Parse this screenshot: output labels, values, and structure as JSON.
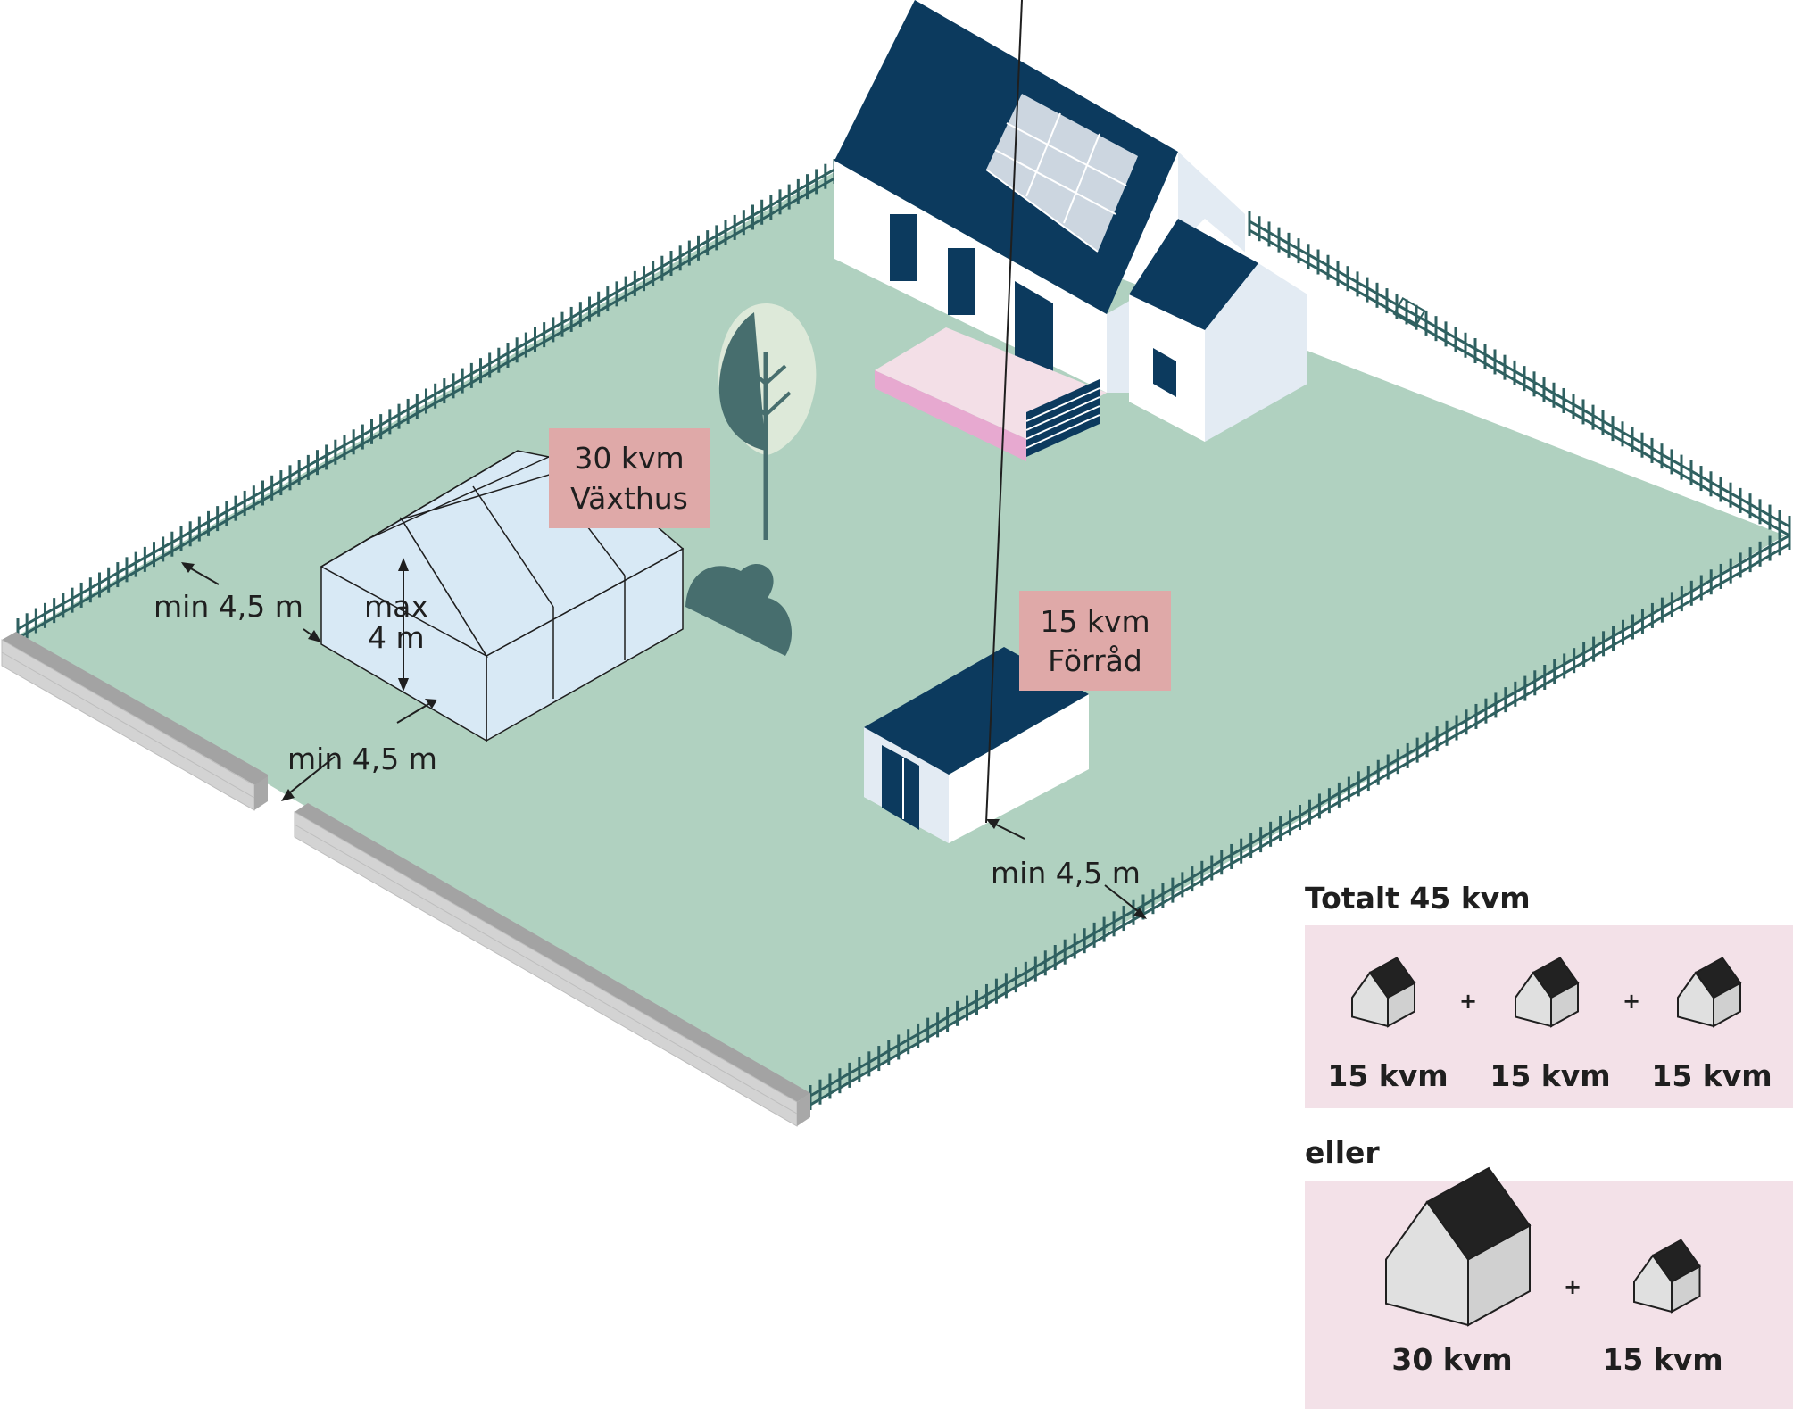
{
  "labels": {
    "greenhouse_area": "30 kvm",
    "greenhouse_name": "Växthus",
    "shed_area": "15 kvm",
    "shed_name": "Förråd",
    "dist_greenhouse_left": "min 4,5 m",
    "dist_greenhouse_front": "min 4,5 m",
    "dist_shed": "min 4,5 m",
    "height_max": "max",
    "height_value": "4 m"
  },
  "legend": {
    "total_title": "Totalt 45 kvm",
    "option1": [
      "15 kvm",
      "15 kvm",
      "15 kvm"
    ],
    "plus": "+",
    "or_label": "eller",
    "option2": [
      "30 kvm",
      "15 kvm"
    ]
  },
  "colors": {
    "lawn": "#b0d1c0",
    "fence": "#2f6060",
    "roof": "#0c3a5e",
    "wall_light": "#ffffff",
    "wall_shade": "#e3ebf3",
    "greenhouse": "#d8e9f5",
    "label_box": "#dfa9a8",
    "legend_box": "#f3e1e8",
    "wall_stone": "#cfcfcf",
    "tree_dark": "#476e6e",
    "tree_light": "#dde9d9",
    "deck": "#f3dfe7"
  }
}
